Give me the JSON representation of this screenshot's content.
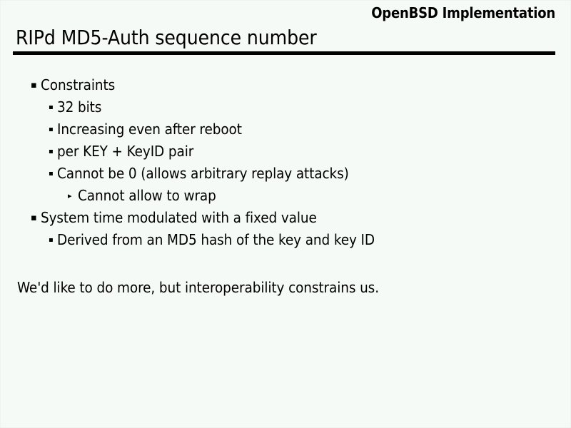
{
  "slide": {
    "header": "OpenBSD Implementation",
    "title": "RIPd MD5-Auth sequence number",
    "closing_paragraph": "We'd like to do more, but interoperability constrains us.",
    "colors": {
      "background": "#f5faf7",
      "text": "#000000",
      "rule": "#000000"
    },
    "bullets": [
      {
        "level": 1,
        "marker": "▪",
        "marker_name": "square-bullet",
        "text": "Constraints"
      },
      {
        "level": 2,
        "marker": "▪",
        "marker_name": "small-square-bullet",
        "text": "32 bits"
      },
      {
        "level": 2,
        "marker": "▪",
        "marker_name": "small-square-bullet",
        "text": "Increasing even after reboot"
      },
      {
        "level": 2,
        "marker": "▪",
        "marker_name": "small-square-bullet",
        "text": "per KEY + KeyID pair"
      },
      {
        "level": 2,
        "marker": "▪",
        "marker_name": "small-square-bullet",
        "text": "Cannot be 0 (allows arbitrary replay attacks)"
      },
      {
        "level": 3,
        "marker": "▸",
        "marker_name": "triangle-bullet",
        "text": "Cannot allow to wrap"
      },
      {
        "level": 1,
        "marker": "▪",
        "marker_name": "square-bullet",
        "text": "System time modulated with a fixed value"
      },
      {
        "level": 2,
        "marker": "▪",
        "marker_name": "small-square-bullet",
        "text": "Derived from an MD5 hash of the key and key ID"
      }
    ]
  }
}
